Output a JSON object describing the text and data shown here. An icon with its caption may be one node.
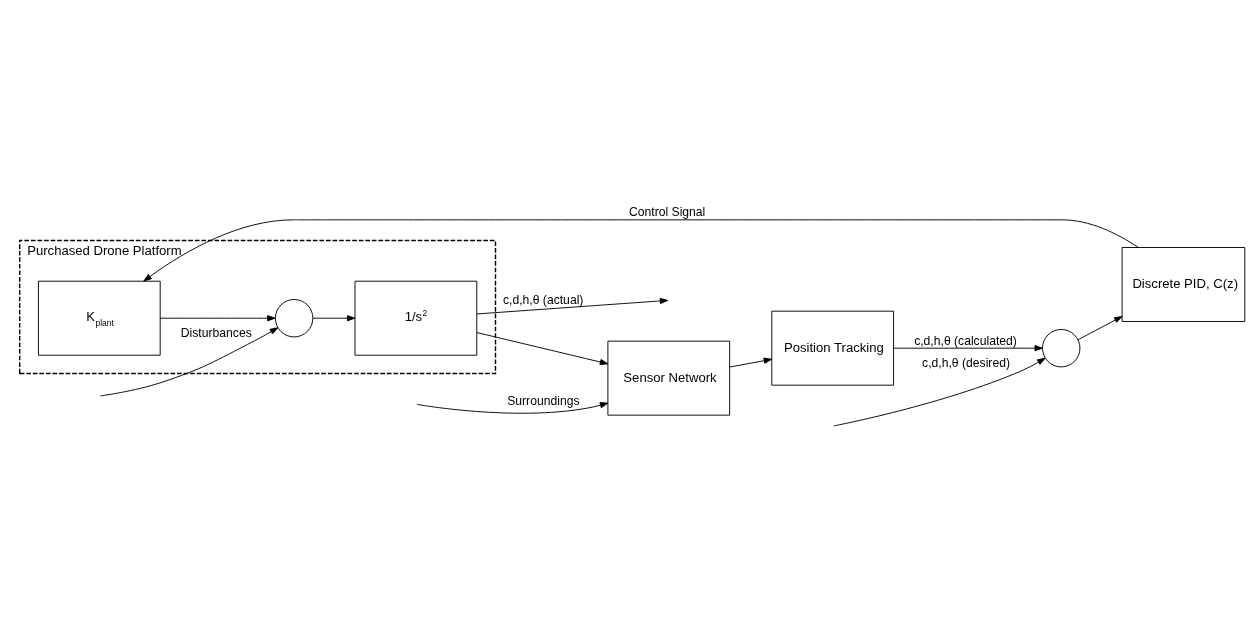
{
  "diagram": {
    "nodes": [
      {
        "text": [
          "Purchased Drone Platform"
        ]
      },
      {
        "text": [],
        "shape": "circle"
      },
      {
        "text": [
          "Discrete PID, C(z)"
        ]
      },
      {
        "text": [
          "K$_{plant}$"
        ],
        "in": 0
      },
      {
        "text": [],
        "shape": "circle",
        "in": 0
      },
      {
        "text": [
          "1/s$^{2}$"
        ],
        "in": 0
      },
      {
        "text": [
          "Position Tracking"
        ]
      },
      {
        "text": [
          "Sensor Network"
        ]
      }
    ],
    "edges": [
      {
        "from": null,
        "to": 1,
        "arrow": "to",
        "label": "c,d,h,θ (desired)"
      },
      {
        "from": 1,
        "to": 2,
        "arrow": "to"
      },
      {
        "from": 2,
        "to": 3,
        "arrow": "to",
        "label": "Control Signal"
      },
      {
        "from": 3,
        "to": 4,
        "arrow": "to"
      },
      {
        "from": null,
        "to": 4,
        "arrow": "to",
        "label": "Disturbances"
      },
      {
        "from": 4,
        "to": 5,
        "arrow": "to"
      },
      {
        "from": 5,
        "to": null,
        "arrow": "to",
        "label": "c,d,h,θ (actual)"
      },
      {
        "from": 5,
        "to": 7,
        "arrow": "to"
      },
      {
        "from": null,
        "to": 7,
        "arrow": "to",
        "label": "Surroundings"
      },
      {
        "from": 7,
        "to": 6,
        "arrow": "to"
      },
      {
        "from": 6,
        "to": 1,
        "arrow": "to",
        "label": "c,d,h,θ (calculated)"
      }
    ]
  }
}
